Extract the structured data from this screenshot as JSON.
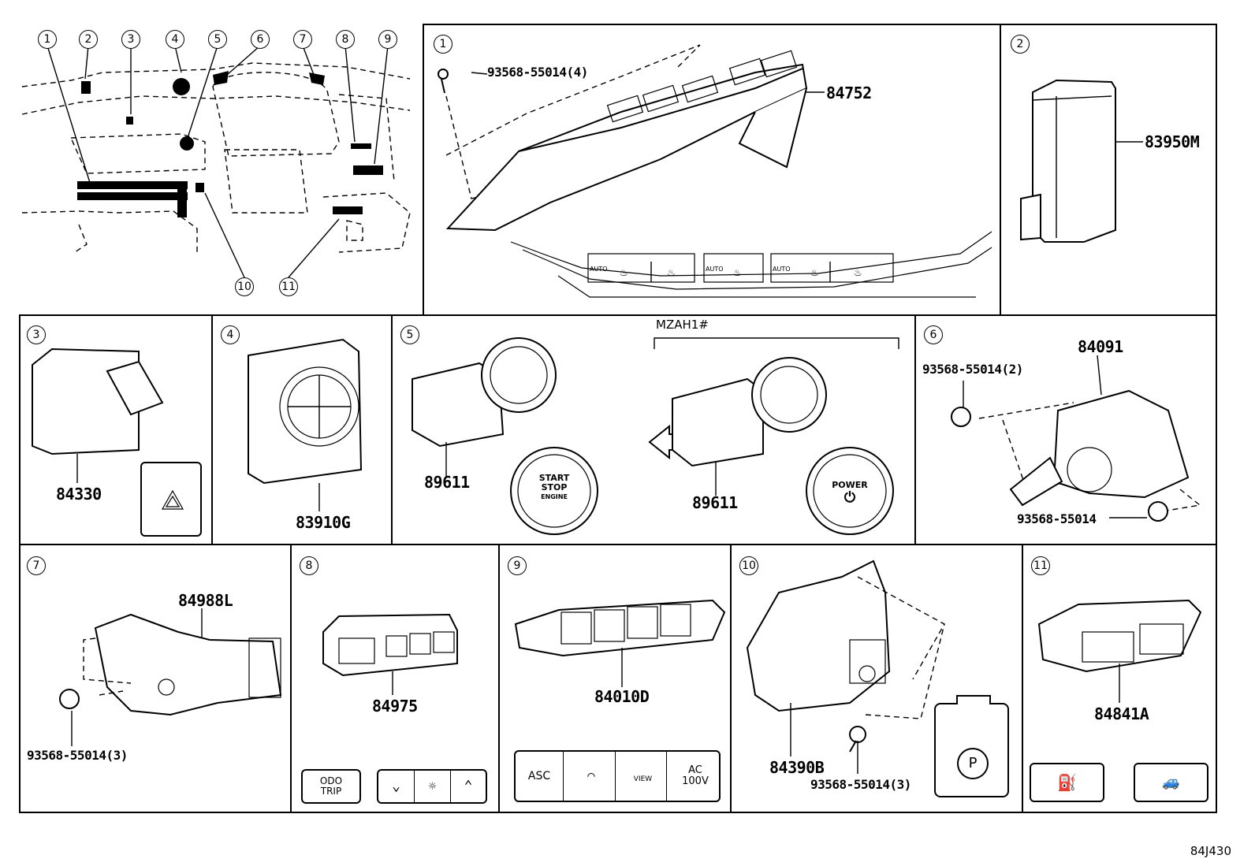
{
  "diagram_code": "84J430",
  "overview": {
    "callouts": [
      "1",
      "2",
      "3",
      "4",
      "5",
      "6",
      "7",
      "8",
      "9",
      "10",
      "11"
    ]
  },
  "panels": [
    {
      "num": "1",
      "parts": [
        "84752"
      ],
      "fasteners": [
        "93568-55014(4)"
      ],
      "buttons": [
        "AUTO",
        "AUTO",
        "AUTO"
      ]
    },
    {
      "num": "2",
      "parts": [
        "83950M"
      ]
    },
    {
      "num": "3",
      "parts": [
        "84330"
      ]
    },
    {
      "num": "4",
      "parts": [
        "83910G"
      ]
    },
    {
      "num": "5",
      "parts": [
        "89611",
        "89611"
      ],
      "variant_label": "MZAH1#",
      "start_button": {
        "line1": "START",
        "line2": "STOP",
        "line3": "ENGINE"
      },
      "power_button": "POWER"
    },
    {
      "num": "6",
      "parts": [
        "84091"
      ],
      "fasteners": [
        "93568-55014(2)",
        "93568-55014"
      ]
    },
    {
      "num": "7",
      "parts": [
        "84988L"
      ],
      "fasteners": [
        "93568-55014(3)"
      ]
    },
    {
      "num": "8",
      "parts": [
        "84975"
      ],
      "buttons": {
        "odo_line1": "ODO",
        "odo_line2": "TRIP"
      }
    },
    {
      "num": "9",
      "parts": [
        "84010D"
      ],
      "buttons": {
        "asc": "ASC",
        "view": "VIEW",
        "ac_line1": "AC",
        "ac_line2": "100V"
      }
    },
    {
      "num": "10",
      "parts": [
        "84390B"
      ],
      "fasteners": [
        "93568-55014(3)"
      ],
      "button": "P"
    },
    {
      "num": "11",
      "parts": [
        "84841A"
      ]
    }
  ]
}
